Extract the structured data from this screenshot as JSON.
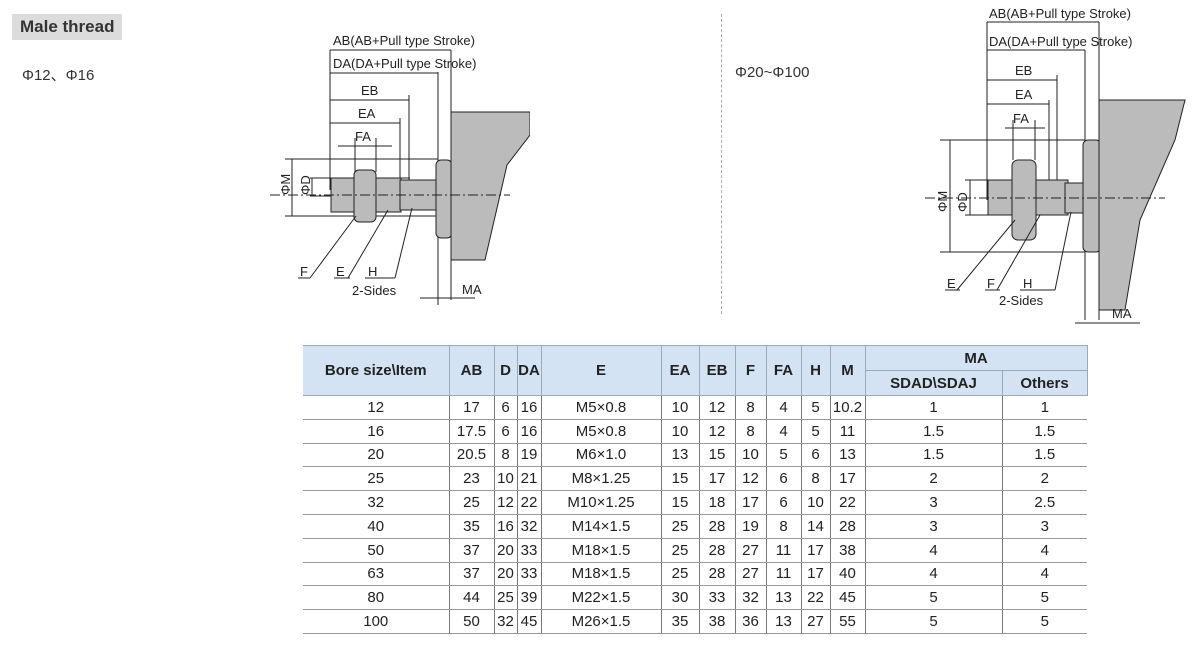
{
  "section_title": "Male thread",
  "left_sizes": "Φ12、Φ16",
  "right_sizes": "Φ20~Φ100",
  "diagram_labels": {
    "ab": "AB(AB+Pull type Stroke)",
    "da": "DA(DA+Pull type Stroke)",
    "eb": "EB",
    "ea": "EA",
    "fa": "FA",
    "m": "ΦM",
    "d": "ΦD",
    "f": "F",
    "e": "E",
    "h": "H",
    "sides": "2-Sides",
    "ma": "MA"
  },
  "table": {
    "headers": [
      "Bore size\\Item",
      "AB",
      "D",
      "DA",
      "E",
      "EA",
      "EB",
      "F",
      "FA",
      "H",
      "M"
    ],
    "ma_header": "MA",
    "ma_sub": [
      "SDAD\\SDAJ",
      "Others"
    ],
    "rows": [
      [
        "12",
        "17",
        "6",
        "16",
        "M5×0.8",
        "10",
        "12",
        "8",
        "4",
        "5",
        "10.2",
        "1",
        "1"
      ],
      [
        "16",
        "17.5",
        "6",
        "16",
        "M5×0.8",
        "10",
        "12",
        "8",
        "4",
        "5",
        "11",
        "1.5",
        "1.5"
      ],
      [
        "20",
        "20.5",
        "8",
        "19",
        "M6×1.0",
        "13",
        "15",
        "10",
        "5",
        "6",
        "13",
        "1.5",
        "1.5"
      ],
      [
        "25",
        "23",
        "10",
        "21",
        "M8×1.25",
        "15",
        "17",
        "12",
        "6",
        "8",
        "17",
        "2",
        "2"
      ],
      [
        "32",
        "25",
        "12",
        "22",
        "M10×1.25",
        "15",
        "18",
        "17",
        "6",
        "10",
        "22",
        "3",
        "2.5"
      ],
      [
        "40",
        "35",
        "16",
        "32",
        "M14×1.5",
        "25",
        "28",
        "19",
        "8",
        "14",
        "28",
        "3",
        "3"
      ],
      [
        "50",
        "37",
        "20",
        "33",
        "M18×1.5",
        "25",
        "28",
        "27",
        "11",
        "17",
        "38",
        "4",
        "4"
      ],
      [
        "63",
        "37",
        "20",
        "33",
        "M18×1.5",
        "25",
        "28",
        "27",
        "11",
        "17",
        "40",
        "4",
        "4"
      ],
      [
        "80",
        "44",
        "25",
        "39",
        "M22×1.5",
        "30",
        "33",
        "32",
        "13",
        "22",
        "45",
        "5",
        "5"
      ],
      [
        "100",
        "50",
        "32",
        "45",
        "M26×1.5",
        "35",
        "38",
        "36",
        "13",
        "27",
        "55",
        "5",
        "5"
      ]
    ]
  }
}
